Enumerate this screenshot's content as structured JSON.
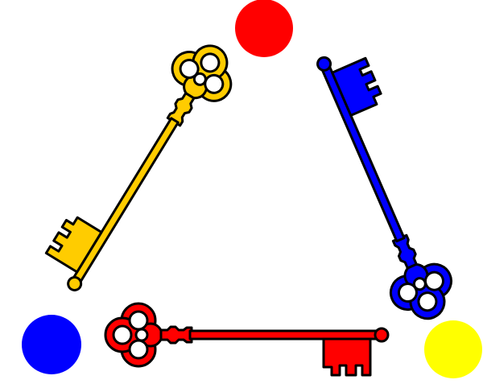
{
  "colors": {
    "red": "#ff0000",
    "blue": "#0000ff",
    "yellow": "#ffff00",
    "gold": "#ffcc00",
    "outline": "#000000",
    "background": "#ffffff"
  },
  "circles": [
    {
      "name": "red-circle",
      "color": "#ff0000"
    },
    {
      "name": "blue-circle",
      "color": "#0000ff"
    },
    {
      "name": "yellow-circle",
      "color": "#ffff00"
    }
  ],
  "keys": [
    {
      "name": "gold-key",
      "color": "#ffcc00",
      "points_to": "red-circle"
    },
    {
      "name": "blue-key",
      "color": "#0000ff",
      "points_to": "yellow-circle"
    },
    {
      "name": "red-key",
      "color": "#ff0000",
      "points_to": "blue-circle"
    }
  ]
}
